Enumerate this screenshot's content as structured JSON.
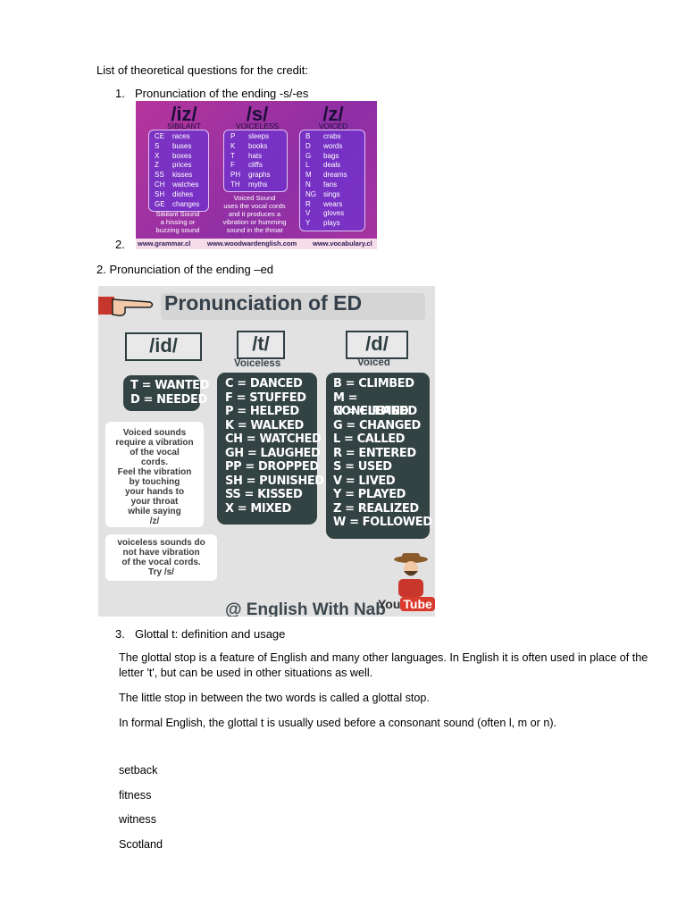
{
  "doc": {
    "heading": "List of theoretical questions for the credit:",
    "item1_num": "1.",
    "item1_text": "Pronunciation of the ending -s/-es",
    "item1b_num": "2.",
    "item2_text": "2. Pronunciation of the ending –ed",
    "item3_num": "3.",
    "item3_text": "Glottal t: definition and usage",
    "paragraphs": [
      "The glottal stop is a feature of English and many other languages. In English it is often used in place of the letter 't', but can be used in other situations as well.",
      "The little stop in between the two words is called a glottal stop.",
      "In formal English, the glottal t is usually used before a consonant sound (often l, m or n)."
    ],
    "words": [
      "setback",
      "fitness",
      "witness",
      "Scotland"
    ]
  },
  "s_chart": {
    "headers": [
      "/iz/",
      "/s/",
      "/z/"
    ],
    "subheaders": [
      "SIBILANT",
      "VOICELESS",
      "VOICED"
    ],
    "cols": [
      [
        [
          "CE",
          "races"
        ],
        [
          "S",
          "buses"
        ],
        [
          "X",
          "boxes"
        ],
        [
          "Z",
          "prices"
        ],
        [
          "SS",
          "kisses"
        ],
        [
          "CH",
          "watches"
        ],
        [
          "SH",
          "dishes"
        ],
        [
          "GE",
          "changes"
        ]
      ],
      [
        [
          "P",
          "sleeps"
        ],
        [
          "K",
          "books"
        ],
        [
          "T",
          "hats"
        ],
        [
          "F",
          "cliffs"
        ],
        [
          "PH",
          "graphs"
        ],
        [
          "TH",
          "myths"
        ]
      ],
      [
        [
          "B",
          "crabs"
        ],
        [
          "D",
          "words"
        ],
        [
          "G",
          "bags"
        ],
        [
          "L",
          "deals"
        ],
        [
          "M",
          "dreams"
        ],
        [
          "N",
          "fans"
        ],
        [
          "NG",
          "sings"
        ],
        [
          "R",
          "wears"
        ],
        [
          "V",
          "gloves"
        ],
        [
          "Y",
          "plays"
        ]
      ]
    ],
    "notes": [
      "Sibilant Sound",
      "a hissing or",
      "buzzing sound",
      "Voiced Sound",
      "uses the vocal cords",
      "and it produces a",
      "vibration or humming",
      "sound in the throat"
    ],
    "footer": [
      "www.grammar.cl",
      "www.woodwardenglish.com",
      "www.vocabulary.cl"
    ]
  },
  "ed_chart": {
    "title": "Pronunciation of ED",
    "headers": [
      "/id/",
      "/t/",
      "/d/"
    ],
    "subheaders": [
      "Voiceless",
      "Voiced"
    ],
    "id_words": [
      "T = WANTED",
      "D = NEEDED"
    ],
    "t_words": [
      "C = DANCED",
      "F = STUFFED",
      "P = HELPED",
      "K = WALKED",
      "CH = WATCHED",
      "GH = LAUGHED",
      "PP = DROPPED",
      "SH = PUNISHED",
      "SS = KISSED",
      "X = MIXED"
    ],
    "d_words": [
      "B = CLIMBED",
      "M = CONFIRMED",
      "N = CLEANED",
      "G = CHANGED",
      "L = CALLED",
      "R = ENTERED",
      "S = USED",
      "V = LIVED",
      "Y = PLAYED",
      "Z = REALIZED",
      "W = FOLLOWED"
    ],
    "voiced_note": [
      "Voiced sounds",
      "require a vibration",
      "of the vocal",
      "cords.",
      "Feel the vibration",
      "by touching",
      "your hands to",
      "your throat",
      "while saying",
      "/z/"
    ],
    "voiceless_note": [
      "voiceless sounds do",
      "not have vibration",
      "of the vocal cords.",
      "Try /s/"
    ],
    "handle": "@ English With Nab",
    "yt_you": "You",
    "yt_tube": "Tube"
  }
}
